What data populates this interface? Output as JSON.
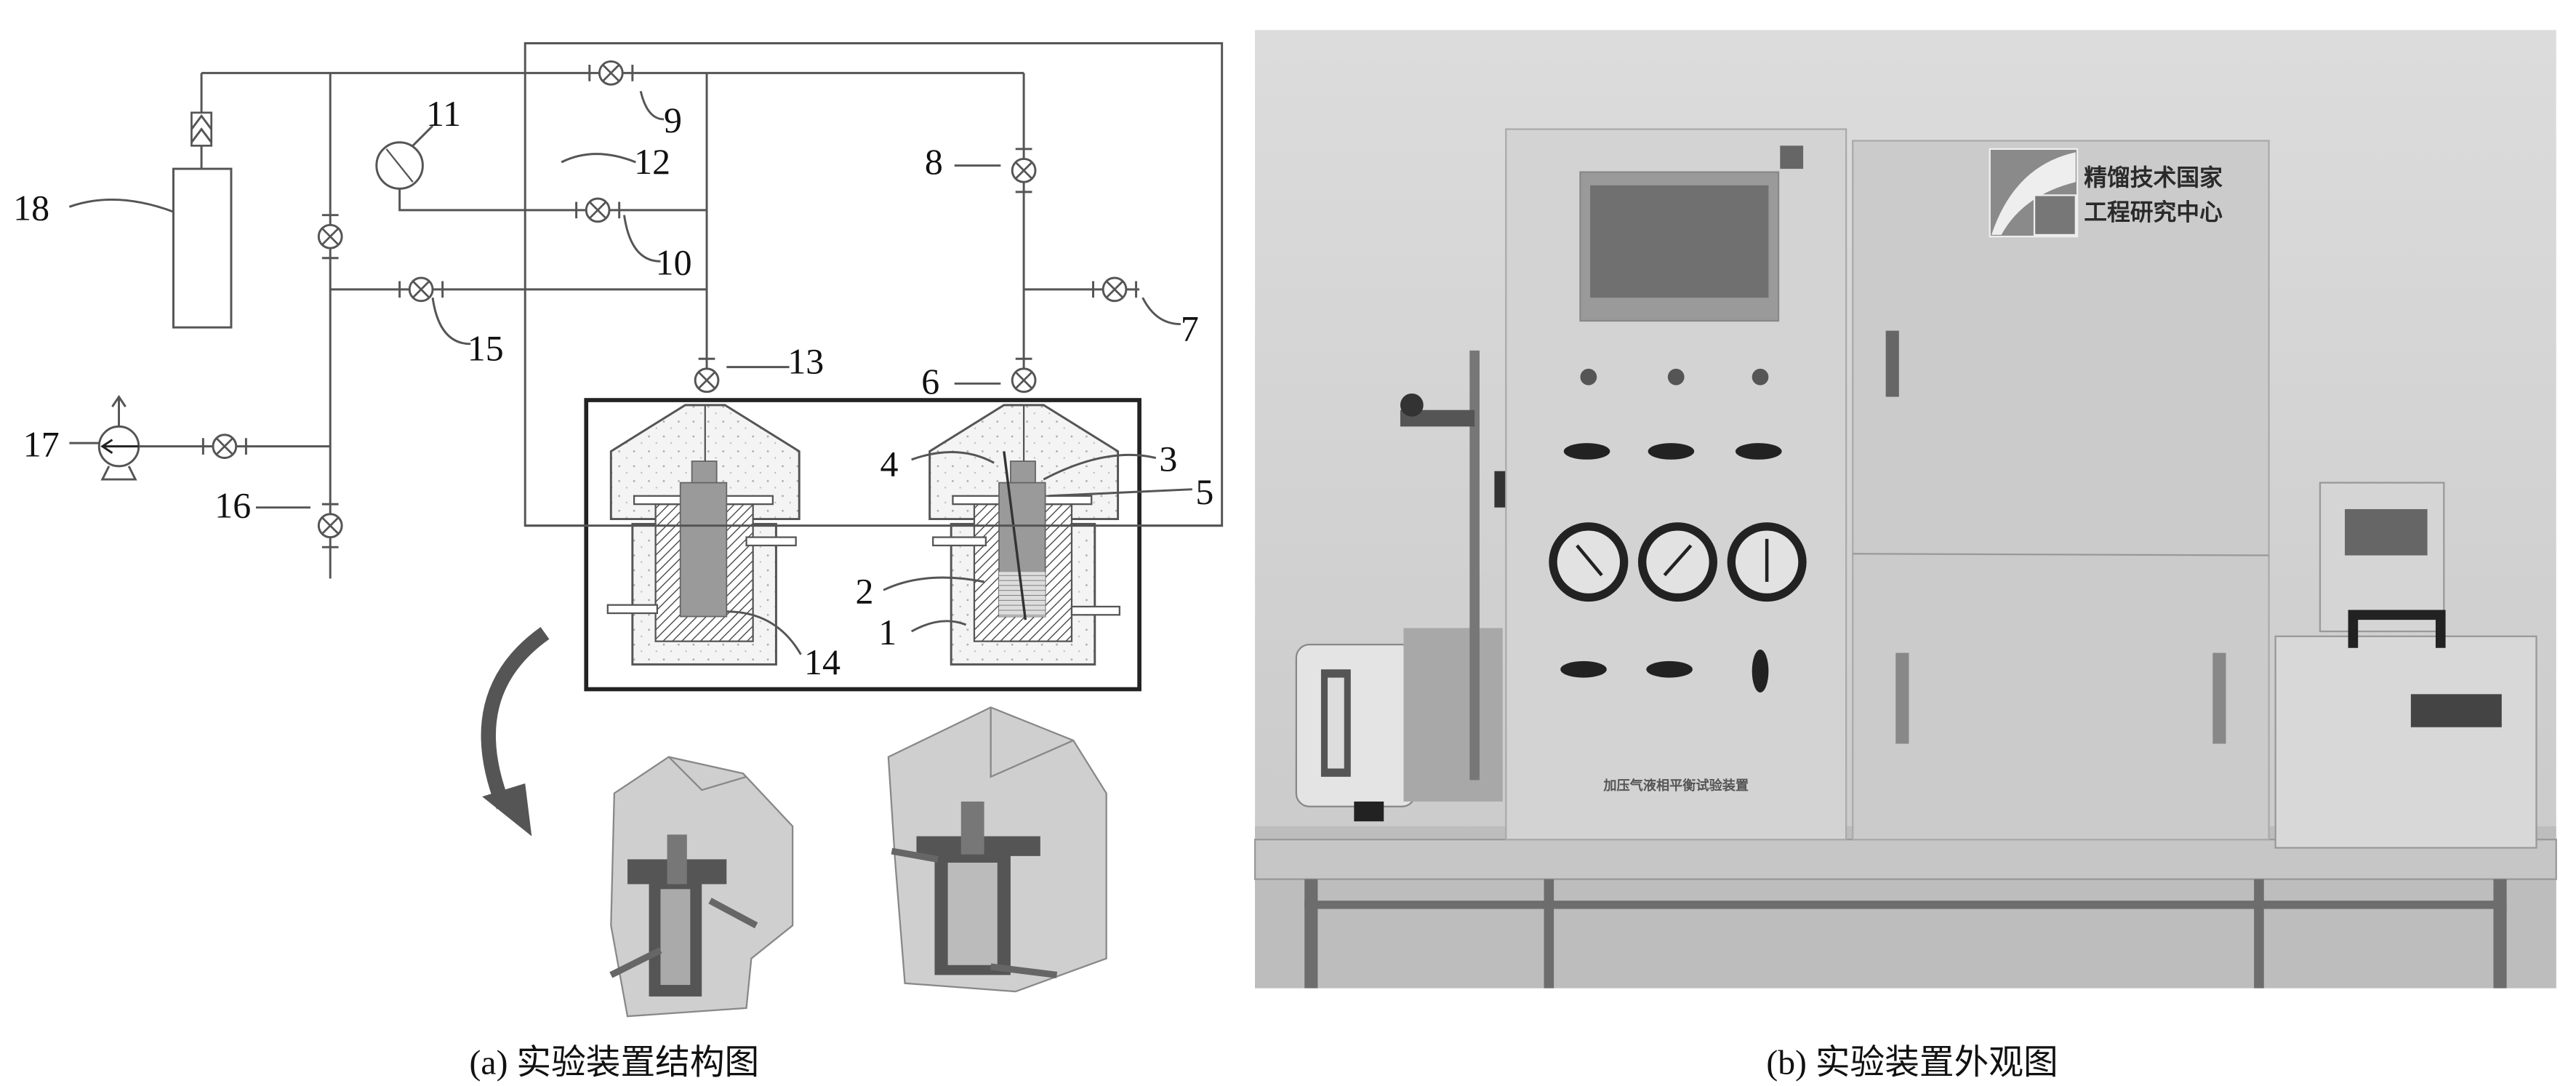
{
  "panel_a": {
    "caption": "(a) 实验装置结构图",
    "labels": {
      "l1": "1",
      "l2": "2",
      "l3": "3",
      "l4": "4",
      "l5": "5",
      "l6": "6",
      "l7": "7",
      "l8": "8",
      "l9": "9",
      "l10": "10",
      "l11": "11",
      "l12": "12",
      "l13": "13",
      "l14": "14",
      "l15": "15",
      "l16": "16",
      "l17": "17",
      "l18": "18"
    }
  },
  "panel_b": {
    "caption": "(b) 实验装置外观图",
    "logo_line1": "精馏技术国家",
    "logo_line2": "工程研究中心",
    "device_plate": "加压气液相平衡试验装置"
  },
  "colors": {
    "line": "#555555",
    "cell_fill": "#9a9a9a",
    "cabinet": "#cdcdcd",
    "wall": "#d9d9d9"
  }
}
